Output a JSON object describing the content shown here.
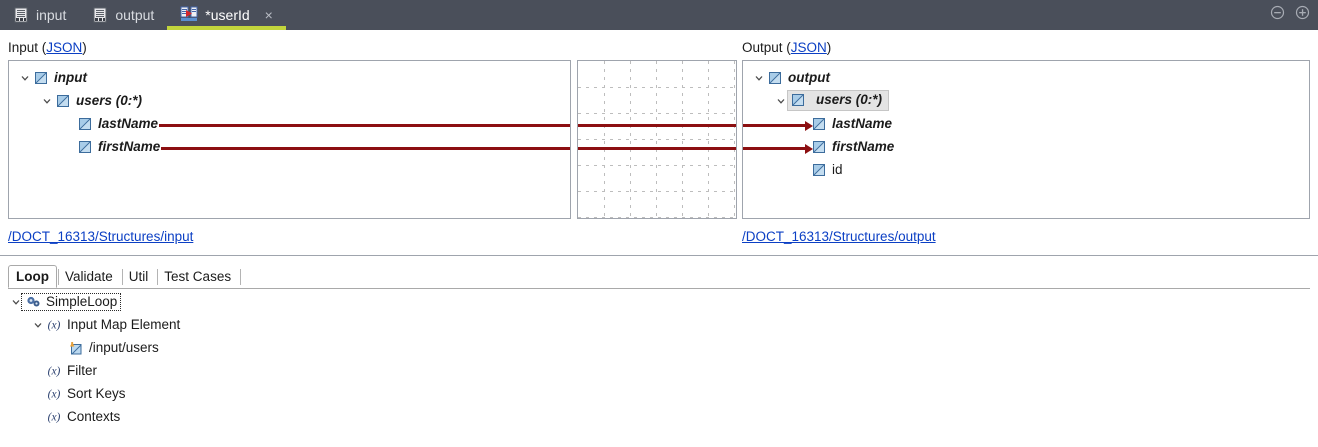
{
  "window": {
    "tabs": [
      {
        "label": "input",
        "icon": "structure-doc-icon",
        "active": false,
        "closable": false
      },
      {
        "label": "output",
        "icon": "structure-doc-icon",
        "active": false,
        "closable": false
      },
      {
        "label": "*userId",
        "icon": "map-run-icon",
        "active": true,
        "closable": true
      }
    ],
    "close_glyph": "×",
    "controls": [
      {
        "name": "minimize-button",
        "glyph": "⊖"
      },
      {
        "name": "maximize-button",
        "glyph": "⊕"
      }
    ],
    "accent_color": "#c2d53c",
    "tabbar_color": "#4a4f5a"
  },
  "input_section": {
    "label_prefix": "Input (",
    "label_link": "JSON",
    "label_suffix": ")",
    "path": "/DOCT_16313/Structures/input",
    "tree": [
      {
        "label": "input",
        "indent": 0,
        "expanded": true,
        "icon": "complex-type-icon",
        "style": "bold-italic",
        "selected": false,
        "connected": false
      },
      {
        "label": "users (0:*)",
        "indent": 1,
        "expanded": true,
        "icon": "complex-type-icon",
        "style": "bold-italic",
        "selected": false,
        "connected": false
      },
      {
        "label": "lastName",
        "indent": 2,
        "expanded": null,
        "icon": "simple-type-icon",
        "style": "bold-italic",
        "selected": false,
        "connected": true
      },
      {
        "label": "firstName",
        "indent": 2,
        "expanded": null,
        "icon": "simple-type-icon",
        "style": "bold-italic",
        "selected": false,
        "connected": true
      }
    ]
  },
  "output_section": {
    "label_prefix": "Output (",
    "label_link": "JSON",
    "label_suffix": ")",
    "path": "/DOCT_16313/Structures/output",
    "tree": [
      {
        "label": "output",
        "indent": 0,
        "expanded": true,
        "icon": "complex-type-icon",
        "style": "bold-italic",
        "selected": false,
        "connected": false
      },
      {
        "label": "users (0:*)",
        "indent": 1,
        "expanded": true,
        "icon": "complex-type-icon",
        "style": "bold-italic",
        "selected": true,
        "connected": false
      },
      {
        "label": "lastName",
        "indent": 2,
        "expanded": null,
        "icon": "simple-type-icon",
        "style": "bold-italic",
        "selected": false,
        "connected": true
      },
      {
        "label": "firstName",
        "indent": 2,
        "expanded": null,
        "icon": "simple-type-icon",
        "style": "bold-italic",
        "selected": false,
        "connected": true
      },
      {
        "label": "id",
        "indent": 2,
        "expanded": null,
        "icon": "simple-type-icon",
        "style": "normal",
        "selected": false,
        "connected": false
      }
    ]
  },
  "mapping_canvas": {
    "name": "mapping-grid",
    "connection_color": "#8c0f11",
    "connections": [
      {
        "from": "input.users.lastName",
        "to": "output.users.lastName"
      },
      {
        "from": "input.users.firstName",
        "to": "output.users.firstName"
      }
    ]
  },
  "bottom_panel": {
    "tabs": [
      {
        "label": "Loop",
        "active": true
      },
      {
        "label": "Validate",
        "active": false
      },
      {
        "label": "Util",
        "active": false
      },
      {
        "label": "Test Cases",
        "active": false
      }
    ],
    "tree": [
      {
        "label": "SimpleLoop",
        "indent": 0,
        "expanded": true,
        "icon": "gears-icon",
        "focused": true
      },
      {
        "label": "Input Map Element",
        "indent": 1,
        "expanded": true,
        "icon": "function-icon",
        "focused": false
      },
      {
        "label": "/input/users",
        "indent": 2,
        "expanded": null,
        "icon": "xpath-icon",
        "focused": false
      },
      {
        "label": "Filter",
        "indent": 1,
        "expanded": null,
        "icon": "function-icon",
        "focused": false
      },
      {
        "label": "Sort Keys",
        "indent": 1,
        "expanded": null,
        "icon": "function-icon",
        "focused": false
      },
      {
        "label": "Contexts",
        "indent": 1,
        "expanded": null,
        "icon": "function-icon",
        "focused": false
      }
    ]
  }
}
